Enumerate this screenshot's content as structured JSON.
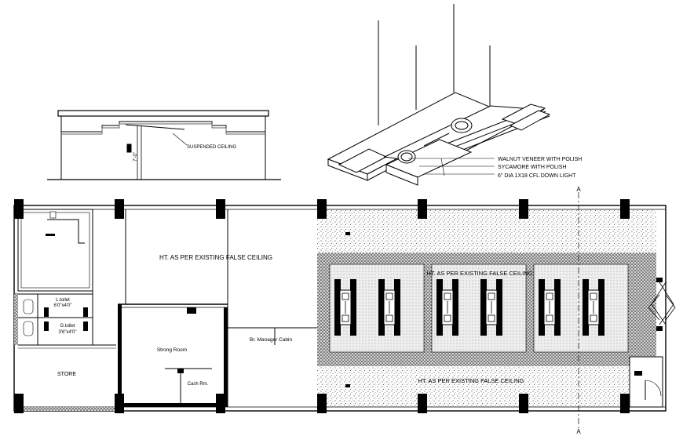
{
  "section": {
    "label": "SUSPENDED CEILING",
    "dim": "7'-0\""
  },
  "isometric": {
    "callouts": [
      "WALNUT VENEER WITH POLISH",
      "SYCAMORE WITH POLISH",
      "6\" DIA 1X18 CFL DOWN LIGHT"
    ]
  },
  "plan": {
    "rooms": {
      "ceiling_note": "HT. AS PER EXISTING FALSE CEILING",
      "l_toilet": "L.toilet",
      "l_toilet_size": "6'0\"x4'0\"",
      "g_toilet": "G.toilet",
      "g_toilet_size": "3'6\"x4'0\"",
      "store": "STORE",
      "strong_room": "Strong Room",
      "cash_rm": "Cash Rm.",
      "manager": "Br. Manager Cabin"
    },
    "banking_hall": {
      "note_top": "HT. AS PER EXISTING FALSE CEILING",
      "note_bottom": "HT. AS PER EXISTING FALSE CEILING"
    },
    "section_marks": {
      "top": "A",
      "bottom": "A"
    }
  }
}
